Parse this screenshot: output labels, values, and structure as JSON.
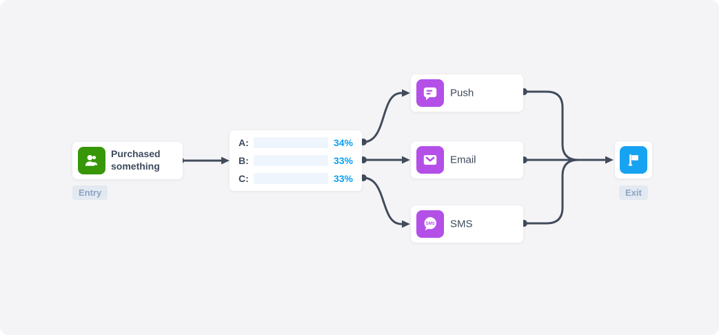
{
  "canvas": {
    "background_color": "#f4f4f6",
    "connector_color": "#414b5c"
  },
  "entry_node": {
    "label": "Purchased something",
    "badge": "Entry",
    "icon": "users-icon",
    "icon_color": "#389708"
  },
  "split_node": {
    "bar_fill_color": "#0ba6fa",
    "bar_track_color": "#eff5fc",
    "percent_text_color": "#0b9ff2",
    "rows": [
      {
        "label": "A:",
        "percent": "34%",
        "value": 34
      },
      {
        "label": "B:",
        "percent": "33%",
        "value": 33
      },
      {
        "label": "C:",
        "percent": "33%",
        "value": 33
      }
    ]
  },
  "channels": [
    {
      "label": "Push",
      "icon": "push-chat-icon",
      "icon_color": "#b44fe8"
    },
    {
      "label": "Email",
      "icon": "email-icon",
      "icon_color": "#b44fe8"
    },
    {
      "label": "SMS",
      "icon": "sms-bubble-icon",
      "icon_color": "#b44fe8"
    }
  ],
  "exit_node": {
    "badge": "Exit",
    "icon": "flag-icon",
    "icon_color": "#17a3f2"
  }
}
